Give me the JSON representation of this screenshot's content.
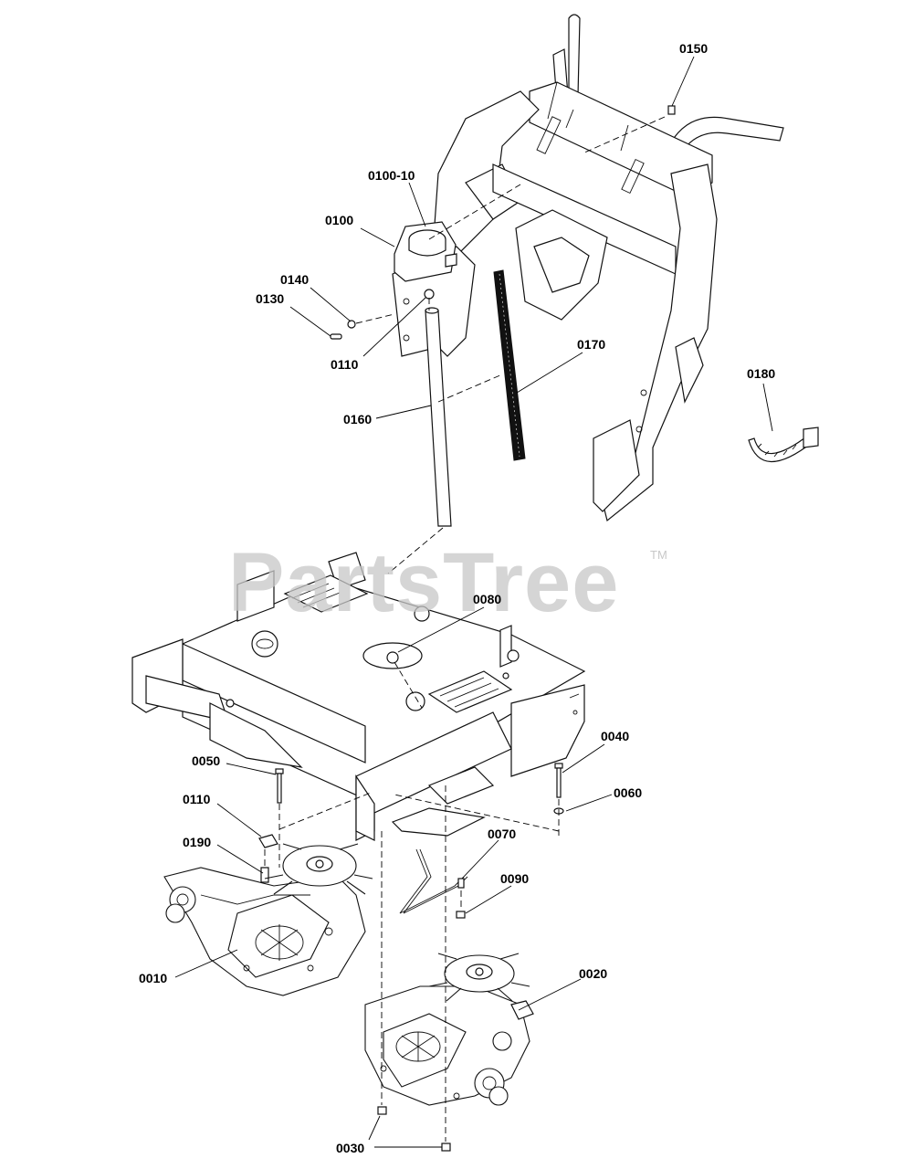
{
  "watermark": {
    "text": "PartsTree",
    "trademark": "TM"
  },
  "callouts": [
    {
      "id": "0150",
      "label": "0150"
    },
    {
      "id": "0100-10",
      "label": "0100-10"
    },
    {
      "id": "0100",
      "label": "0100"
    },
    {
      "id": "0140",
      "label": "0140"
    },
    {
      "id": "0130",
      "label": "0130"
    },
    {
      "id": "0110-top",
      "label": "0110"
    },
    {
      "id": "0170",
      "label": "0170"
    },
    {
      "id": "0160",
      "label": "0160"
    },
    {
      "id": "0180",
      "label": "0180"
    },
    {
      "id": "0080",
      "label": "0080"
    },
    {
      "id": "0040",
      "label": "0040"
    },
    {
      "id": "0050",
      "label": "0050"
    },
    {
      "id": "0060",
      "label": "0060"
    },
    {
      "id": "0110-bottom",
      "label": "0110"
    },
    {
      "id": "0070",
      "label": "0070"
    },
    {
      "id": "0190",
      "label": "0190"
    },
    {
      "id": "0090",
      "label": "0090"
    },
    {
      "id": "0010",
      "label": "0010"
    },
    {
      "id": "0020",
      "label": "0020"
    },
    {
      "id": "0030",
      "label": "0030"
    }
  ]
}
